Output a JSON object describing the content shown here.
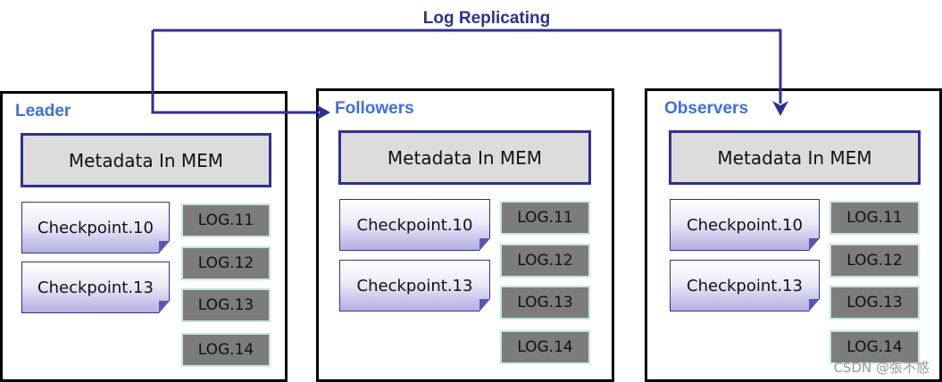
{
  "title": "Log Replicating",
  "panels": [
    {
      "label": "Leader",
      "metadata": "Metadata In MEM",
      "checkpoints": [
        "Checkpoint.10",
        "Checkpoint.13"
      ],
      "logs": [
        "LOG.11",
        "LOG.12",
        "LOG.13",
        "LOG.14"
      ]
    },
    {
      "label": "Followers",
      "metadata": "Metadata In MEM",
      "checkpoints": [
        "Checkpoint.10",
        "Checkpoint.13"
      ],
      "logs": [
        "LOG.11",
        "LOG.12",
        "LOG.13",
        "LOG.14"
      ]
    },
    {
      "label": "Observers",
      "metadata": "Metadata In MEM",
      "checkpoints": [
        "Checkpoint.10",
        "Checkpoint.13"
      ],
      "logs": [
        "LOG.11",
        "LOG.12",
        "LOG.13",
        "LOG.14"
      ]
    }
  ],
  "watermark": "CSDN @張不惑",
  "colors": {
    "arrow": "#2e3192",
    "panel_label": "#3f6fe0",
    "log_fill": "#7c7c7c",
    "metadata_fill": "#dcdcdc"
  }
}
